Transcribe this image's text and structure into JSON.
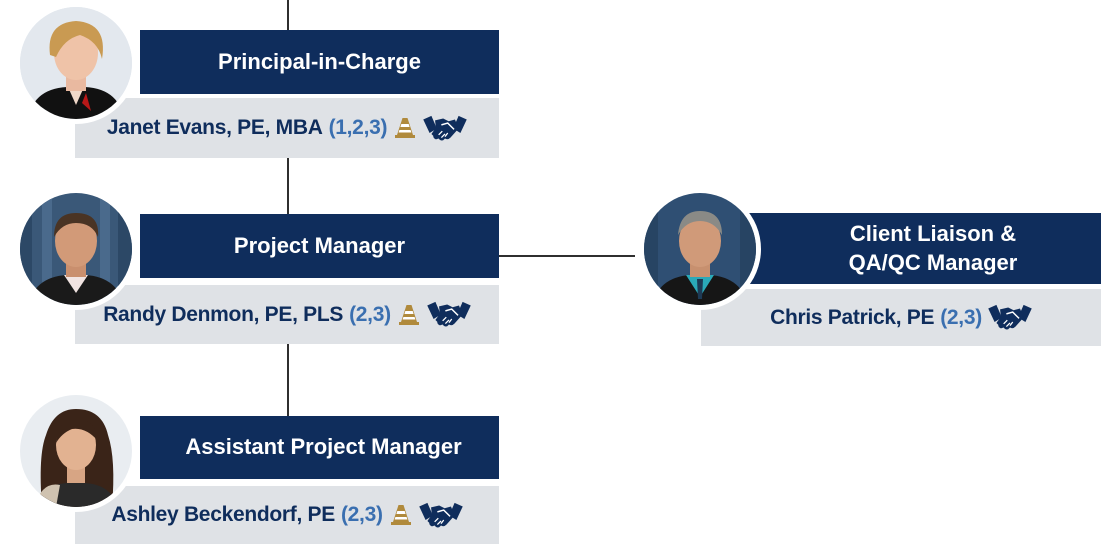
{
  "colors": {
    "title_bg": "#0f2d5c",
    "title_text": "#ffffff",
    "name_bg": "#dfe2e6",
    "name_text": "#0f2d5c",
    "codes_text": "#3a6fb0",
    "cone_icon": "#b08a3c",
    "handshake_icon": "#0f2d5c",
    "connector": "#2f2f2f"
  },
  "people": [
    {
      "role": "Principal-in-Charge",
      "name": "Janet Evans, PE, MBA",
      "codes": "(1,2,3)",
      "icons": [
        "traffic-cone-icon",
        "handshake-icon"
      ]
    },
    {
      "role": "Project Manager",
      "name": "Randy Denmon, PE, PLS",
      "codes": "(2,3)",
      "icons": [
        "traffic-cone-icon",
        "handshake-icon"
      ]
    },
    {
      "role": "Assistant Project Manager",
      "name": "Ashley Beckendorf, PE",
      "codes": "(2,3)",
      "icons": [
        "traffic-cone-icon",
        "handshake-icon"
      ]
    },
    {
      "role": "Client Liaison &\nQA/QC Manager",
      "name": "Chris Patrick, PE",
      "codes": "(2,3)",
      "icons": [
        "handshake-icon"
      ]
    }
  ]
}
